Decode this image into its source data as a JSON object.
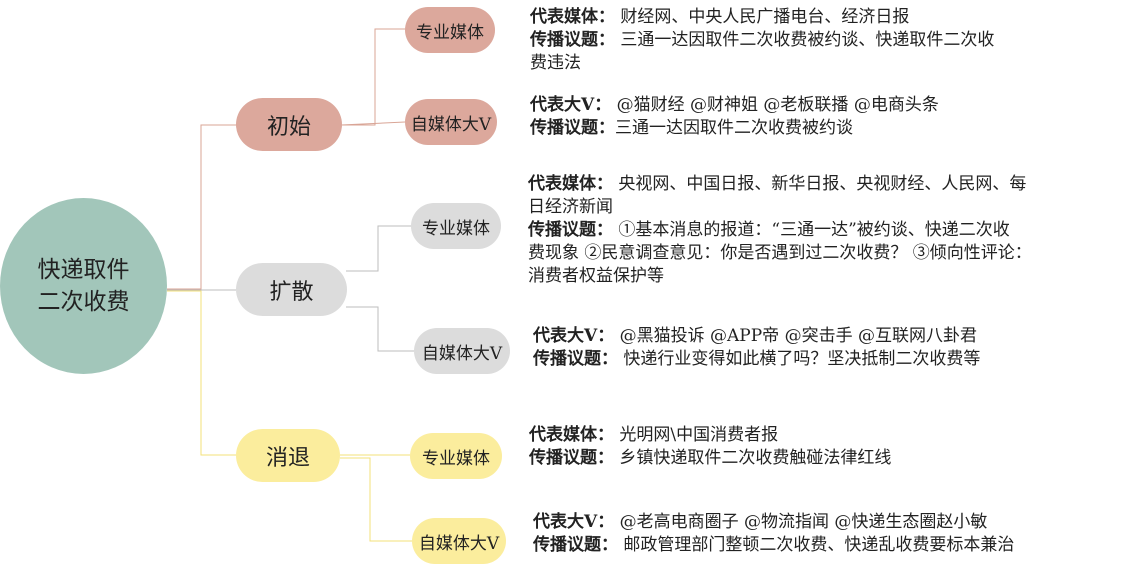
{
  "root": {
    "line1": "快递取件",
    "line2": "二次收费"
  },
  "stages": [
    {
      "label": "初始",
      "color": "#dca89c",
      "branches": [
        {
          "node": "专业媒体",
          "rows": [
            {
              "label": "代表媒体：",
              "text": "  财经网、中央人民广播电台、经济日报"
            },
            {
              "label": "传播议题：",
              "text": "  三通一达因取件二次收费被约谈、快递取件二次收"
            },
            {
              "label": "",
              "text": "费违法"
            }
          ]
        },
        {
          "node": "自媒体大V",
          "rows": [
            {
              "label": "代表大V：",
              "text": " @猫财经 @财神姐 @老板联播 @电商头条"
            },
            {
              "label": "传播议题：",
              "text": "三通一达因取件二次收费被约谈"
            }
          ]
        }
      ]
    },
    {
      "label": "扩散",
      "color": "#dcdcdc",
      "branches": [
        {
          "node": "专业媒体",
          "rows": [
            {
              "label": "代表媒体：",
              "text": "  央视网、中国日报、新华日报、央视财经、人民网、每"
            },
            {
              "label": "",
              "text": "日经济新闻"
            },
            {
              "label": "传播议题：",
              "text": " ①基本消息的报道：“三通一达”被约谈、快递二次收"
            },
            {
              "label": "",
              "text": "费现象 ②民意调查意见：你是否遇到过二次收费？ ③倾向性评论："
            },
            {
              "label": "",
              "text": "消费者权益保护等"
            }
          ]
        },
        {
          "node": "自媒体大V",
          "rows": [
            {
              "label": "代表大V：",
              "text": "  @黑猫投诉 @APP帝 @突击手 @互联网八卦君"
            },
            {
              "label": "传播议题：",
              "text": "  快递行业变得如此横了吗？坚决抵制二次收费等"
            }
          ]
        }
      ]
    },
    {
      "label": "消退",
      "color": "#fbed9d",
      "branches": [
        {
          "node": "专业媒体",
          "rows": [
            {
              "label": "代表媒体：",
              "text": "  光明网\\中国消费者报"
            },
            {
              "label": "传播议题：",
              "text": "  乡镇快递取件二次收费触碰法律红线"
            }
          ]
        },
        {
          "node": "自媒体大V",
          "rows": [
            {
              "label": "代表大V：",
              "text": "  @老高电商圈子 @物流指闻 @快递生态圈赵小敏"
            },
            {
              "label": "传播议题：",
              "text": "  邮政管理部门整顿二次收费、快递乱收费要标本兼治"
            }
          ]
        }
      ]
    }
  ],
  "colors": {
    "line_initial": "#d9a596",
    "line_spread": "#bdbdbd",
    "line_fade": "#f3e07a"
  }
}
